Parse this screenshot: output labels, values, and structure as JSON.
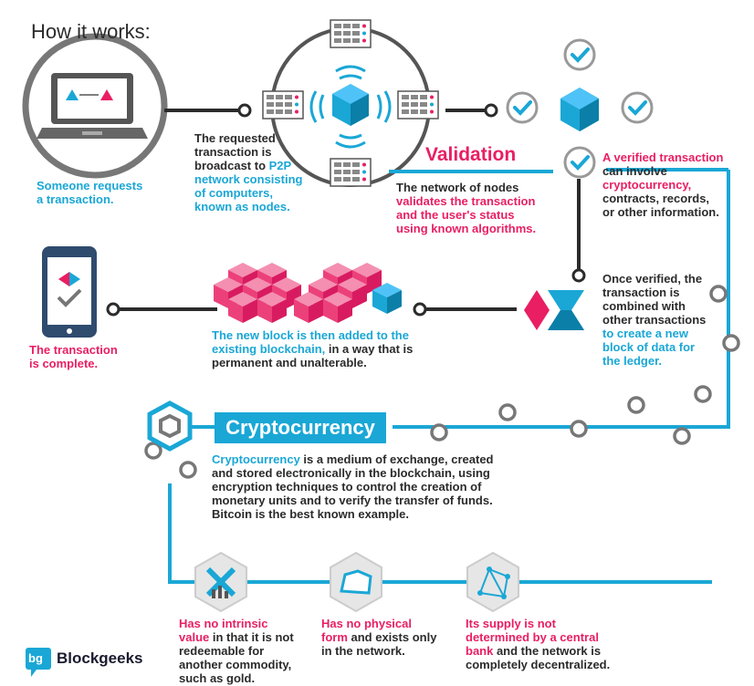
{
  "title": "How it works:",
  "step1": {
    "line1": "Someone requests",
    "line2": "a transaction."
  },
  "step2": {
    "line1": "The requested",
    "line2": "transaction is",
    "line3a": "broadcast to ",
    "line3b": "P2P",
    "line4": "network consisting",
    "line5": "of computers,",
    "line6": "known as nodes."
  },
  "validation": {
    "heading": "Validation",
    "line1": "The network of nodes",
    "line2": "validates the transaction",
    "line3": "and the user's status",
    "line4": "using known algorithms."
  },
  "verified": {
    "line1": "A verified transaction",
    "line2": "can involve",
    "line3": "cryptocurrency,",
    "line4": "contracts, records,",
    "line5": "or other information."
  },
  "combined": {
    "line1": "Once verified, the",
    "line2": "transaction is",
    "line3": "combined with",
    "line4": "other transactions",
    "line5": "to create a new",
    "line6": "block of data for",
    "line7": "the ledger."
  },
  "added": {
    "line1": "The new block is then added to the",
    "line2a": "existing blockchain,",
    "line2b": " in a way that is",
    "line3": "permanent and unalterable."
  },
  "complete": {
    "line1": "The transaction",
    "line2": "is complete."
  },
  "crypto": {
    "heading": "Cryptocurrency",
    "line1a": "Cryptocurrency",
    "line1b": " is a medium of exchange, created",
    "line2": "and stored electronically in the blockchain, using",
    "line3": "encryption techniques to control the creation of",
    "line4": "monetary units and to verify the transfer of funds.",
    "line5": "Bitcoin is the best known example."
  },
  "facts": [
    {
      "l1": "Has no intrinsic",
      "l2a": "value",
      "l2b": " in that it is not",
      "l3": "redeemable for",
      "l4": "another commodity,",
      "l5": "such as gold."
    },
    {
      "l1": "Has no physical",
      "l2a": "form",
      "l2b": " and exists only",
      "l3": "in the network."
    },
    {
      "l1": "Its supply is not",
      "l2": "determined by a central",
      "l3a": "bank",
      "l3b": " and the network is",
      "l4": "completely decentralized."
    }
  ],
  "logo": {
    "text": "Blockgeeks",
    "mark": "bg"
  },
  "colors": {
    "blue": "#1aa7d6",
    "pink": "#e91e63",
    "dark": "#2b2b2b",
    "gray": "#777777"
  }
}
